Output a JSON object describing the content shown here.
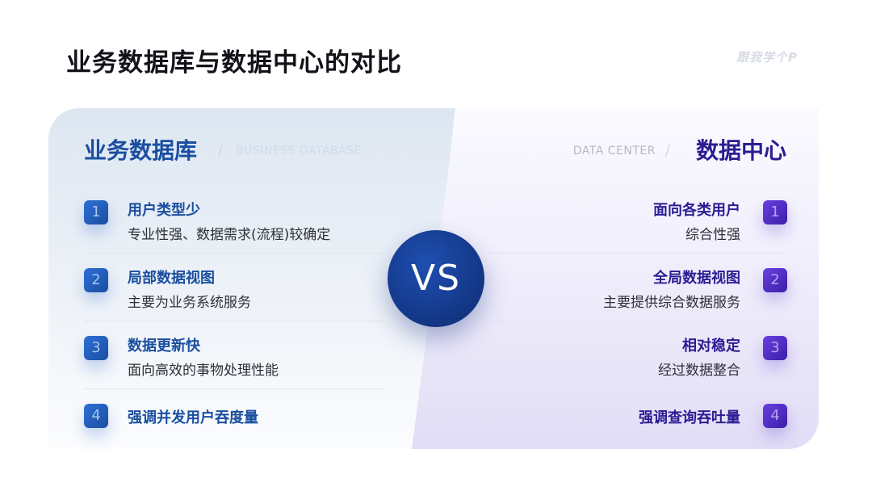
{
  "page": {
    "title": "业务数据库与数据中心的对比",
    "brand": "跟我学个P"
  },
  "left": {
    "heading": "业务数据库",
    "subheading": "BUSINESS DATABASE",
    "items": [
      {
        "num": "1",
        "title": "用户类型少",
        "desc": "专业性强、数据需求(流程)较确定"
      },
      {
        "num": "2",
        "title": "局部数据视图",
        "desc": "主要为业务系统服务"
      },
      {
        "num": "3",
        "title": "数据更新快",
        "desc": "面向高效的事物处理性能"
      },
      {
        "num": "4",
        "title": "强调并发用户吞度量",
        "desc": ""
      }
    ]
  },
  "right": {
    "heading": "数据中心",
    "subheading": "DATA CENTER",
    "items": [
      {
        "num": "1",
        "title": "面向各类用户",
        "desc": "综合性强"
      },
      {
        "num": "2",
        "title": "全局数据视图",
        "desc": "主要提供综合数据服务"
      },
      {
        "num": "3",
        "title": "相对稳定",
        "desc": "经过数据整合"
      },
      {
        "num": "4",
        "title": "强调查询吞吐量",
        "desc": ""
      }
    ]
  },
  "vs_label": "VS",
  "colors": {
    "left_accent": "#1a4ea0",
    "right_accent": "#2b1c93",
    "vs_circle": "#153b8e"
  }
}
